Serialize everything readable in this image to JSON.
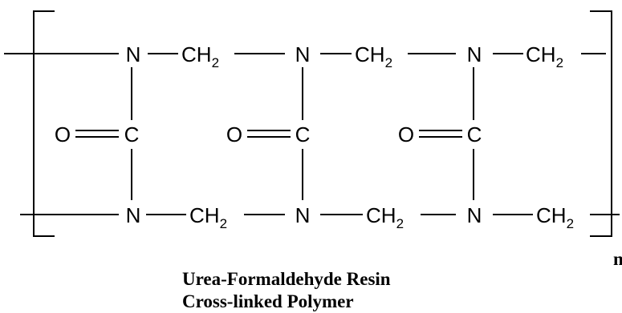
{
  "atoms": {
    "nitrogen": "N",
    "carbon": "C",
    "oxygen": "O",
    "methylene": "CH",
    "methylene_subscript": "2"
  },
  "repeat_subscript": "n",
  "caption": {
    "line1": "Urea-Formaldehyde Resin",
    "line2": "Cross-linked Polymer"
  }
}
